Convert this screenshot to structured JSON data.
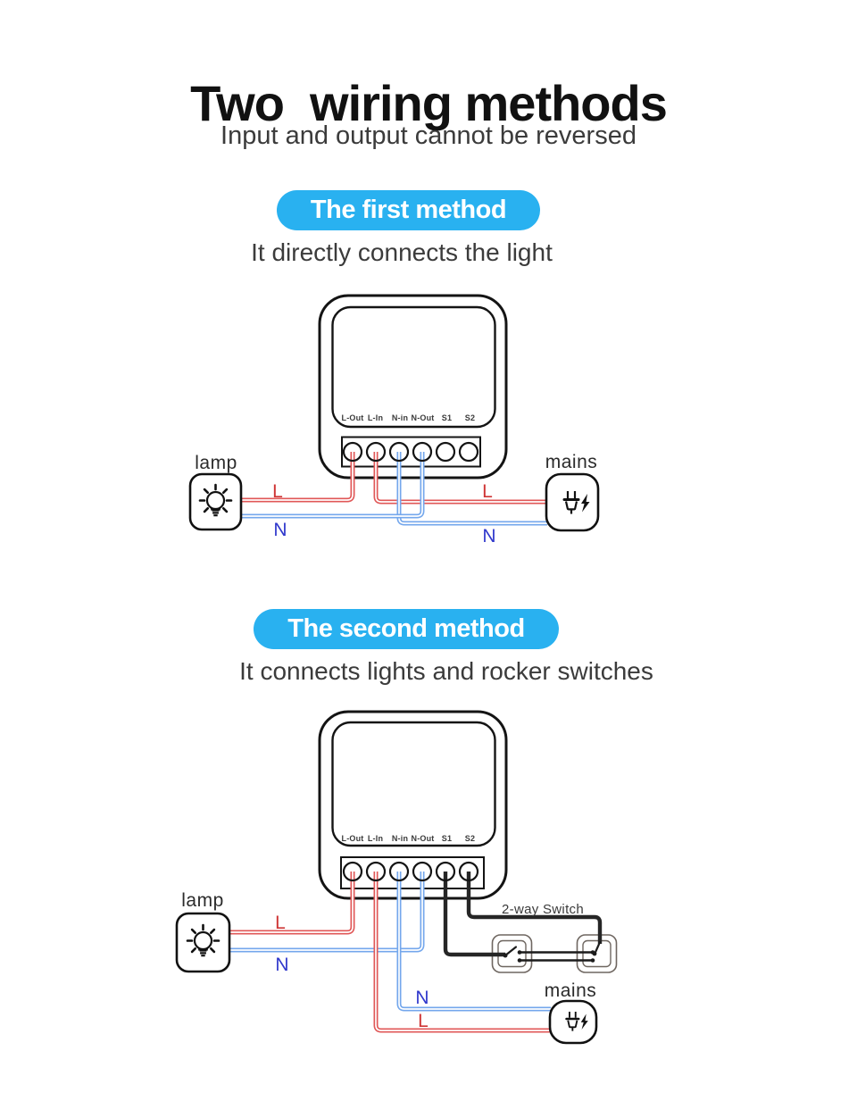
{
  "header": {
    "title": "Two  wiring methods",
    "subtitle": "Input and output cannot be reversed"
  },
  "method1": {
    "badge": "The first method",
    "caption": "It directly connects the light",
    "lamp_label": "lamp",
    "mains_label": "mains",
    "lamp_live": "L",
    "lamp_neutral": "N",
    "mains_live": "L",
    "mains_neutral": "N"
  },
  "method2": {
    "badge": "The second method",
    "caption": "It connects lights and rocker switches",
    "lamp_label": "lamp",
    "mains_label": "mains",
    "switch_label": "2-way Switch",
    "lamp_live": "L",
    "lamp_neutral": "N",
    "mains_neutral": "N",
    "mains_live": "L"
  },
  "device": {
    "terminals": [
      "L-Out",
      "L-In",
      "N-in",
      "N-Out",
      "S1",
      "S2"
    ]
  },
  "colors": {
    "badge_blue": "#29b1f0",
    "wire_live": "#e05757",
    "wire_neutral": "#74a7ec",
    "wire_switch": "#262626",
    "label_live": "#cf3535",
    "label_neutral": "#3038cc"
  }
}
